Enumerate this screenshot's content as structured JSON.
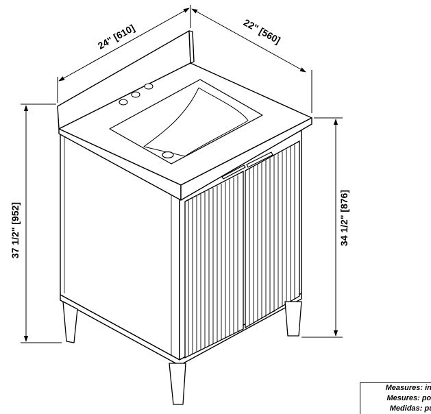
{
  "dimensions": {
    "width": "24\" [610]",
    "depth": "22\" [560]",
    "overall_height": "37 1/2\" [952]",
    "counter_height": "34 1/2\" [876]"
  },
  "legend": {
    "line1": "Measures: inc",
    "line2": "Mesures: pou",
    "line3": "Medidas: pul"
  }
}
